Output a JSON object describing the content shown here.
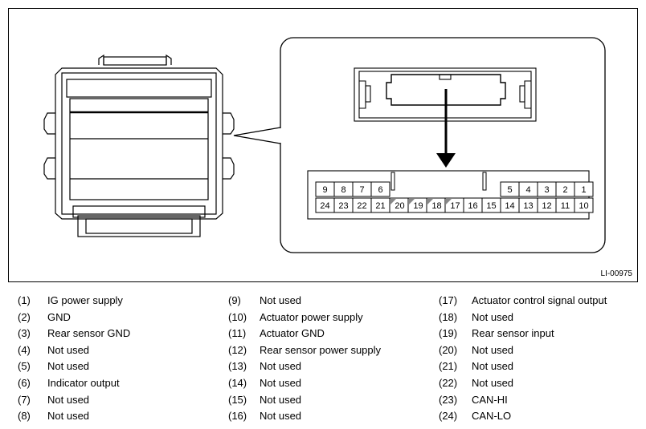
{
  "figure_label": "LI-00975",
  "connector": {
    "top_row_left": [
      "9",
      "8",
      "7",
      "6"
    ],
    "top_row_right": [
      "5",
      "4",
      "3",
      "2",
      "1"
    ],
    "bottom_row": [
      "24",
      "23",
      "22",
      "21",
      "20",
      "19",
      "18",
      "17",
      "16",
      "15",
      "14",
      "13",
      "12",
      "11",
      "10"
    ]
  },
  "legend": [
    {
      "num": "(1)",
      "text": "IG power supply"
    },
    {
      "num": "(2)",
      "text": "GND"
    },
    {
      "num": "(3)",
      "text": "Rear sensor GND"
    },
    {
      "num": "(4)",
      "text": "Not used"
    },
    {
      "num": "(5)",
      "text": "Not used"
    },
    {
      "num": "(6)",
      "text": "Indicator output"
    },
    {
      "num": "(7)",
      "text": "Not used"
    },
    {
      "num": "(8)",
      "text": "Not used"
    },
    {
      "num": "(9)",
      "text": "Not used"
    },
    {
      "num": "(10)",
      "text": "Actuator power supply"
    },
    {
      "num": "(11)",
      "text": "Actuator GND"
    },
    {
      "num": "(12)",
      "text": "Rear sensor power supply"
    },
    {
      "num": "(13)",
      "text": "Not used"
    },
    {
      "num": "(14)",
      "text": "Not used"
    },
    {
      "num": "(15)",
      "text": "Not used"
    },
    {
      "num": "(16)",
      "text": "Not used"
    },
    {
      "num": "(17)",
      "text": "Actuator control signal output"
    },
    {
      "num": "(18)",
      "text": "Not used"
    },
    {
      "num": "(19)",
      "text": "Rear sensor input"
    },
    {
      "num": "(20)",
      "text": "Not used"
    },
    {
      "num": "(21)",
      "text": "Not used"
    },
    {
      "num": "(22)",
      "text": "Not used"
    },
    {
      "num": "(23)",
      "text": "CAN-HI"
    },
    {
      "num": "(24)",
      "text": "CAN-LO"
    }
  ]
}
